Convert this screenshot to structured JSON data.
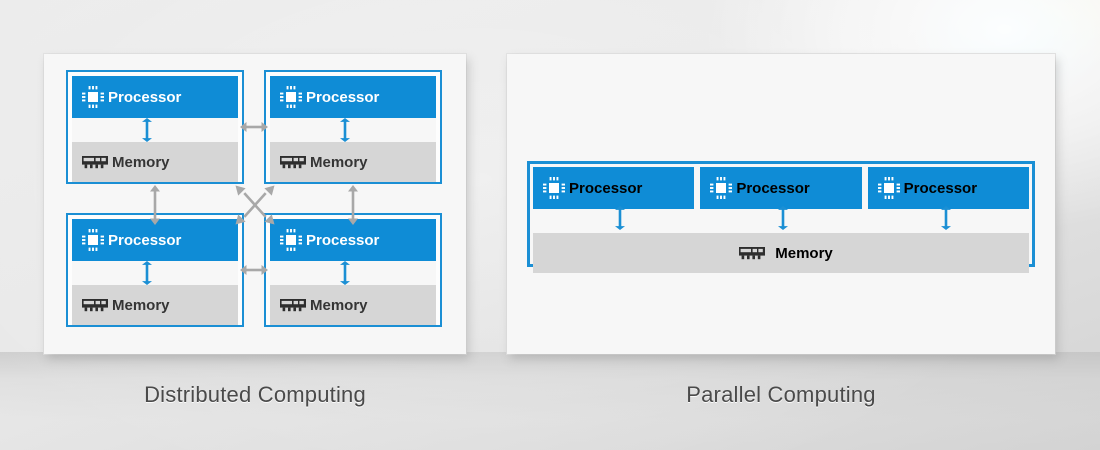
{
  "diagram": {
    "title_hidden": "",
    "colors": {
      "accent_blue": "#0f8cd6",
      "border_blue": "#1b8fd4",
      "memory_gray": "#d6d6d6",
      "panel_bg": "#f7f7f7",
      "page_bg": "#e9e9e9",
      "arrow_gray": "#a8a8a8",
      "caption_text": "#4a4a4a"
    },
    "panels": [
      {
        "id": "distributed",
        "caption": "Distributed Computing",
        "layout": "2x2-grid-of-nodes",
        "nodes": [
          {
            "id": "node-top-left",
            "processor_label": "Processor",
            "memory_label": "Memory",
            "processor_icon": "cpu-chip-icon",
            "memory_icon": "ram-stick-icon"
          },
          {
            "id": "node-top-right",
            "processor_label": "Processor",
            "memory_label": "Memory",
            "processor_icon": "cpu-chip-icon",
            "memory_icon": "ram-stick-icon"
          },
          {
            "id": "node-bottom-left",
            "processor_label": "Processor",
            "memory_label": "Memory",
            "processor_icon": "cpu-chip-icon",
            "memory_icon": "ram-stick-icon"
          },
          {
            "id": "node-bottom-right",
            "processor_label": "Processor",
            "memory_label": "Memory",
            "processor_icon": "cpu-chip-icon",
            "memory_icon": "ram-stick-icon"
          }
        ],
        "connectors": [
          {
            "id": "link-top-horizontal",
            "kind": "double-arrow-horizontal",
            "color": "#a8a8a8"
          },
          {
            "id": "link-bottom-horizontal",
            "kind": "double-arrow-horizontal",
            "color": "#a8a8a8"
          },
          {
            "id": "link-left-vertical",
            "kind": "double-arrow-vertical",
            "color": "#a8a8a8"
          },
          {
            "id": "link-right-vertical",
            "kind": "double-arrow-vertical",
            "color": "#a8a8a8"
          },
          {
            "id": "link-diagonal-cross",
            "kind": "double-arrow-cross",
            "color": "#a8a8a8"
          }
        ],
        "internal_links": {
          "kind": "double-arrow-vertical",
          "color": "#1b8fd4",
          "count": 4
        }
      },
      {
        "id": "parallel",
        "caption": "Parallel Computing",
        "layout": "three-processors-one-shared-memory",
        "processors": [
          {
            "id": "processor-1",
            "label": "Processor",
            "icon": "cpu-chip-icon"
          },
          {
            "id": "processor-2",
            "label": "Processor",
            "icon": "cpu-chip-icon"
          },
          {
            "id": "processor-3",
            "label": "Processor",
            "icon": "cpu-chip-icon"
          }
        ],
        "shared_memory": {
          "id": "shared-memory",
          "label": "Memory",
          "icon": "ram-stick-icon"
        },
        "internal_links": {
          "kind": "double-arrow-vertical",
          "color": "#1b8fd4",
          "count": 3
        }
      }
    ]
  }
}
